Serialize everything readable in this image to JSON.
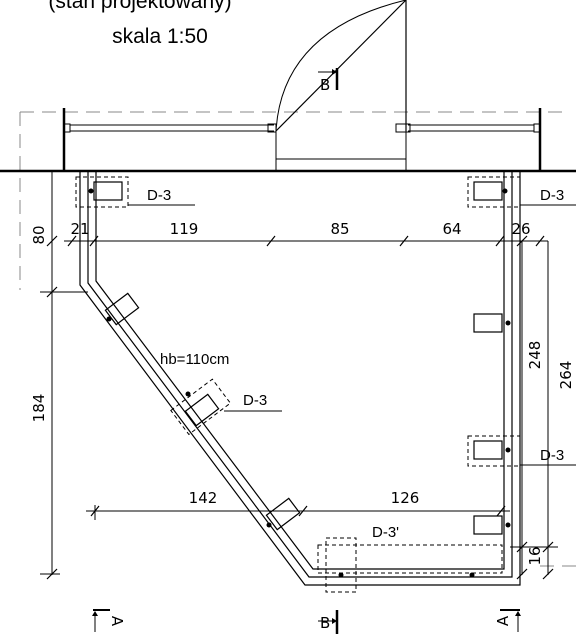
{
  "title": {
    "line1": "(stan projektowany)",
    "line2": "skala 1:50"
  },
  "dimensions": {
    "top_segments": [
      "21",
      "119",
      "85",
      "64",
      "26"
    ],
    "left_top": "80",
    "left_main": "184",
    "right_upper": "248",
    "right_total": "264",
    "right_bottom": "16",
    "bottom_left": "142",
    "bottom_right": "126"
  },
  "labels": {
    "d3_top_left": "D-3",
    "d3_top_right": "D-3",
    "d3_diagonal": "D-3",
    "d3_right_lower": "D-3",
    "d3_bottom": "D-3'",
    "height_note": "hb=110cm"
  },
  "section_marks": {
    "b_top": "B",
    "b_bottom": "B",
    "a_left": "A",
    "a_right": "A"
  }
}
